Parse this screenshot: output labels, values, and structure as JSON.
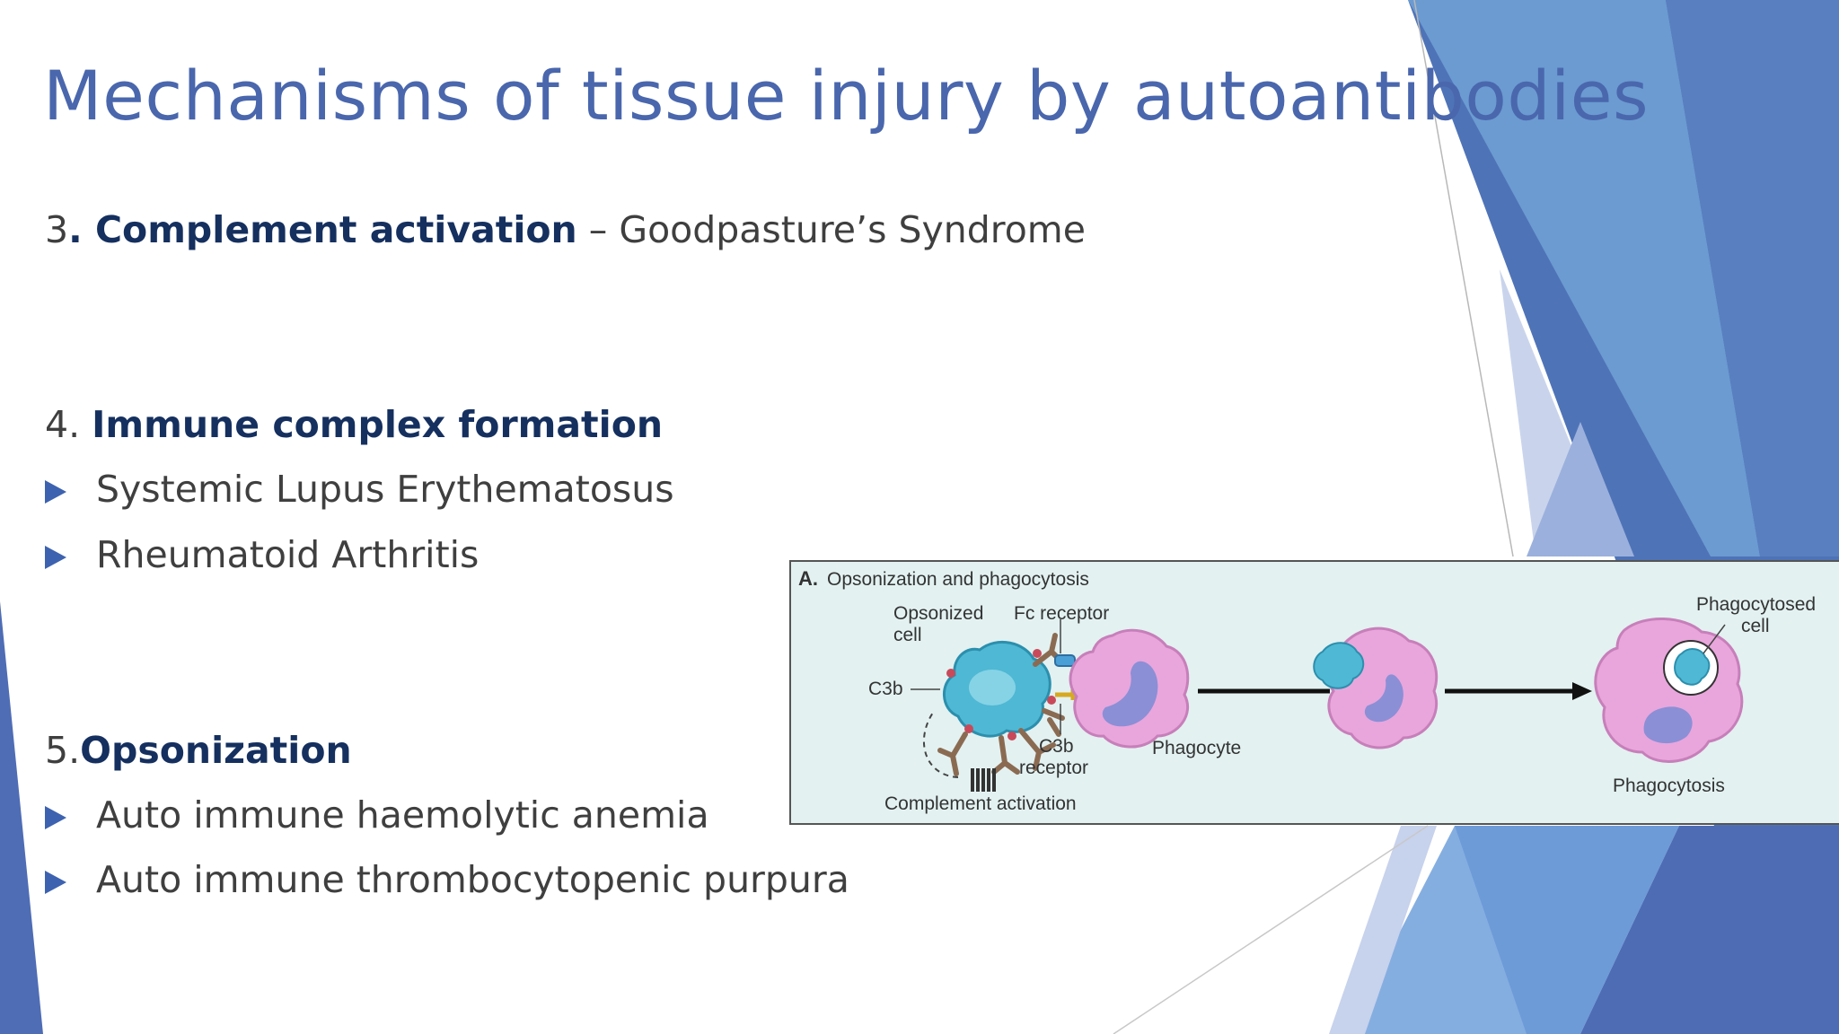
{
  "slide": {
    "title": "Mechanisms of tissue injury by autoantibodies"
  },
  "item3": {
    "number": "3",
    "heading": ". Complement activation",
    "rest": " – Goodpasture’s Syndrome"
  },
  "item4": {
    "number": "4. ",
    "heading": "Immune complex formation",
    "bullets": [
      "Systemic Lupus Erythematosus",
      "Rheumatoid Arthritis"
    ]
  },
  "item5": {
    "number": "5.",
    "heading": "Opsonization",
    "bullets": [
      "Auto immune haemolytic anemia",
      "Auto immune thrombocytopenic purpura"
    ]
  },
  "figure": {
    "panel_letter": "A.",
    "panel_title": "Opsonization and phagocytosis",
    "label_opsonized_1": "Opsonized",
    "label_opsonized_2": "cell",
    "label_fc_receptor": "Fc receptor",
    "label_c3b": "C3b",
    "label_c3b_receptor_1": "C3b",
    "label_c3b_receptor_2": "receptor",
    "label_phagocyte": "Phagocyte",
    "label_complement": "Complement activation",
    "label_phagocytosed_1": "Phagocytosed",
    "label_phagocytosed_2": "cell",
    "label_phagocytosis": "Phagocytosis"
  },
  "colors": {
    "title": "#4a67ad",
    "heading": "#15305f",
    "bullet": "#3d62b0",
    "figure_bg": "#e3f1f1",
    "phagocyte": "#e9a6dc",
    "nucleus": "#8b8fd6",
    "opsonized_cell": "#4fb8d4"
  }
}
